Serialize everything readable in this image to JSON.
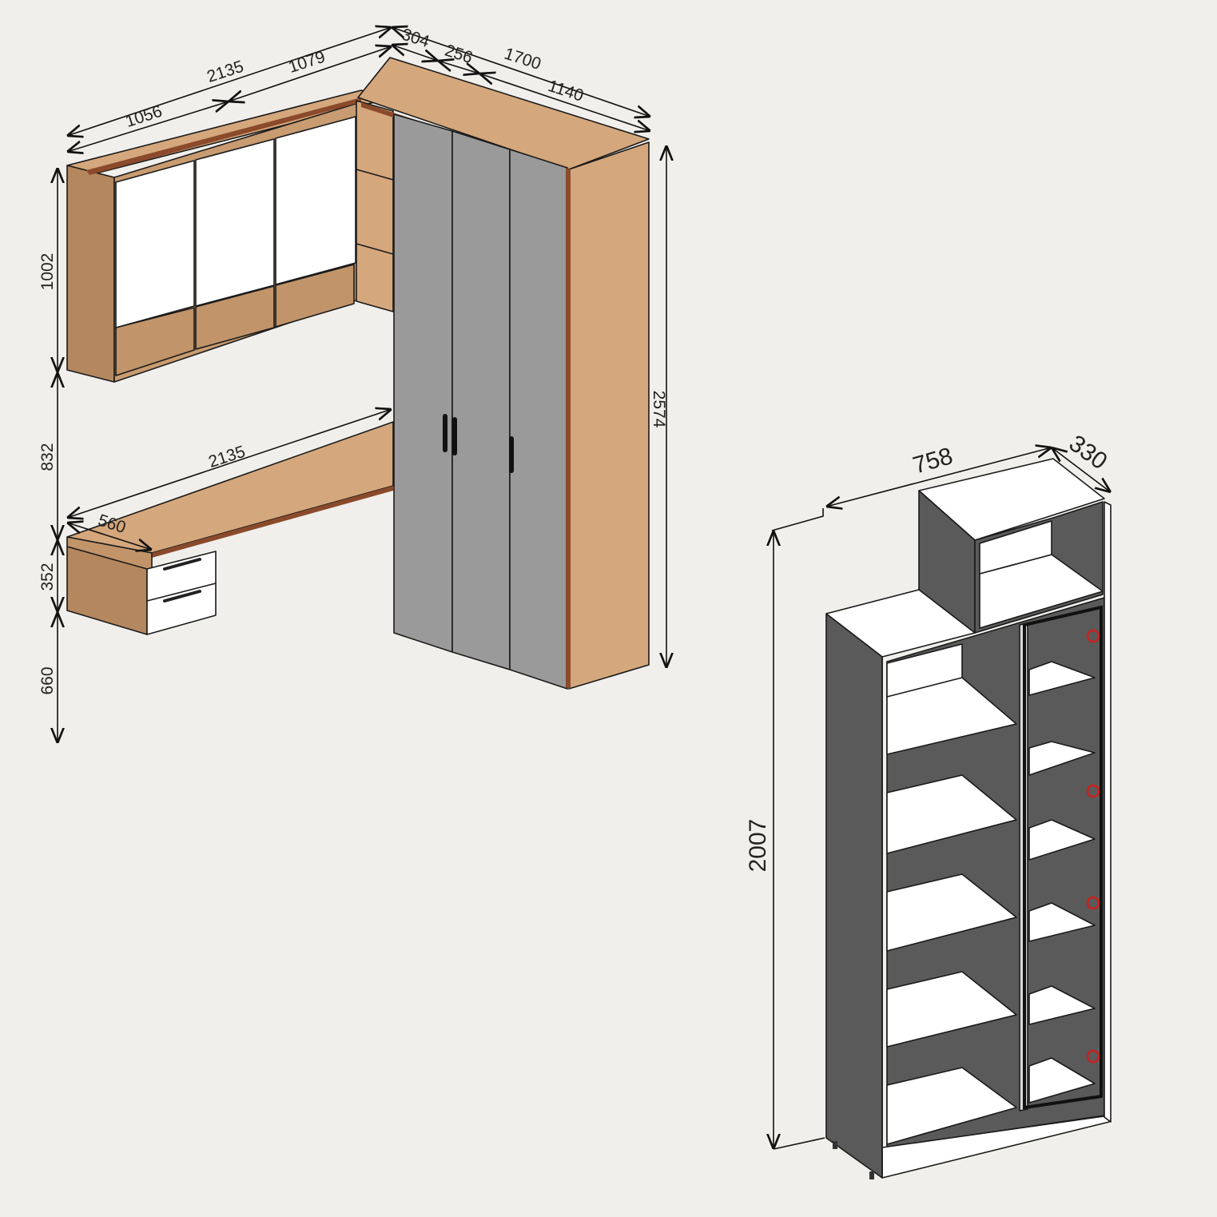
{
  "colors": {
    "background": "#f0efeb",
    "wood": "#d4a77c",
    "wood_dark": "#a57d58",
    "wood_mid": "#c1946a",
    "edge": "#8b4a2b",
    "door_grey": "#9a9a9a",
    "white": "#ffffff",
    "dark_grey": "#5a5a5a",
    "light_grey": "#d8d8d8",
    "hinge_red": "#cc1f1f"
  },
  "left_assembly": {
    "dims": {
      "top_total": "2135",
      "top_left": "1056",
      "top_mid": "1079",
      "corner_depth": "304",
      "corner_gap": "256",
      "wardrobe_width": "1700",
      "wardrobe_front": "1140",
      "upper_cabinet_height": "1002",
      "gap_height": "832",
      "desk_width": "2135",
      "desk_depth": "560",
      "drawer_height": "352",
      "floor_height": "660",
      "wardrobe_height": "2574"
    }
  },
  "right_cabinet": {
    "dims": {
      "width": "758",
      "depth": "330",
      "height": "2007"
    },
    "hinge_icon": "hinge-icon"
  }
}
